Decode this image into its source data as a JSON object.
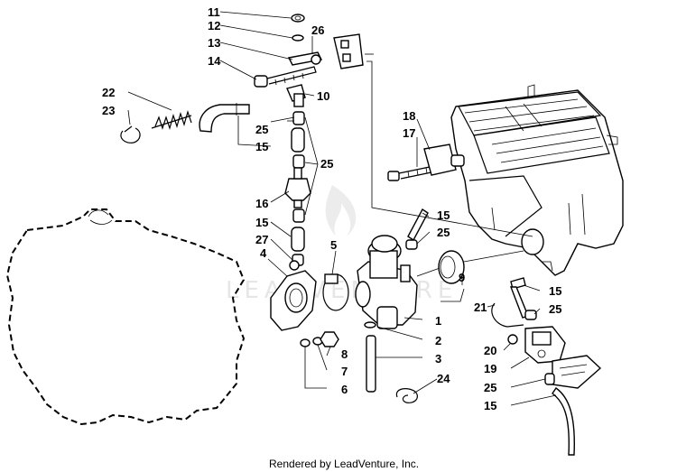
{
  "credit": "Rendered by LeadVenture, Inc.",
  "watermark": "LEADVENTURE",
  "callouts": {
    "c11": "11",
    "c12": "12",
    "c13": "13",
    "c14": "14",
    "c26": "26",
    "c10": "10",
    "c22": "22",
    "c23": "23",
    "c25a": "25",
    "c15a": "15",
    "c25b": "25",
    "c16": "16",
    "c15b": "15",
    "c27": "27",
    "c4": "4",
    "c5": "5",
    "c18": "18",
    "c17": "17",
    "c15c": "15",
    "c25c": "25",
    "c9": "9",
    "c1": "1",
    "c2": "2",
    "c3": "3",
    "c8": "8",
    "c7": "7",
    "c6": "6",
    "c24": "24",
    "c15d": "15",
    "c25d": "25",
    "c21": "21",
    "c20": "20",
    "c19": "19",
    "c25e": "25",
    "c15e": "15"
  }
}
